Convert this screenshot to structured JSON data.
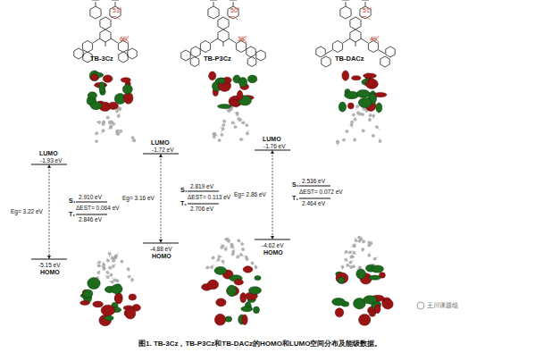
{
  "diagram": {
    "caption": "图1. TB-3Cz，TB-P3Cz和TB-DACz的HOMO和LUMO空间分布及能级数据。",
    "labels": [
      "53°",
      "60°",
      "TB-3Cz",
      "50°",
      "38°",
      "TB-P3Cz",
      "51°",
      "49°",
      "TB-DACz",
      "LUMO",
      "-1.93 eV",
      "Eg= 3.22 eV",
      "S₁",
      "2.910 eV",
      "ΔEST= 0.064 eV",
      "2.846 eV",
      "T₁",
      "-5.15 eV",
      "HOMO",
      "LUMO",
      "-1.72 eV",
      "Eg= 3.16 eV",
      "S₁",
      "2.819 eV",
      "ΔEST= 0.113 eV",
      "2.706 eV",
      "T₁",
      "-4.88 eV",
      "HOMO",
      "LUMO",
      "-1.76 eV",
      "Eg= 2.86 eV",
      "S₁",
      "2.536 eV",
      "ΔEST= 0.072 eV",
      "2.464 eV",
      "T₁",
      "-4.62 eV",
      "HOMO",
      "王川课题组"
    ]
  }
}
